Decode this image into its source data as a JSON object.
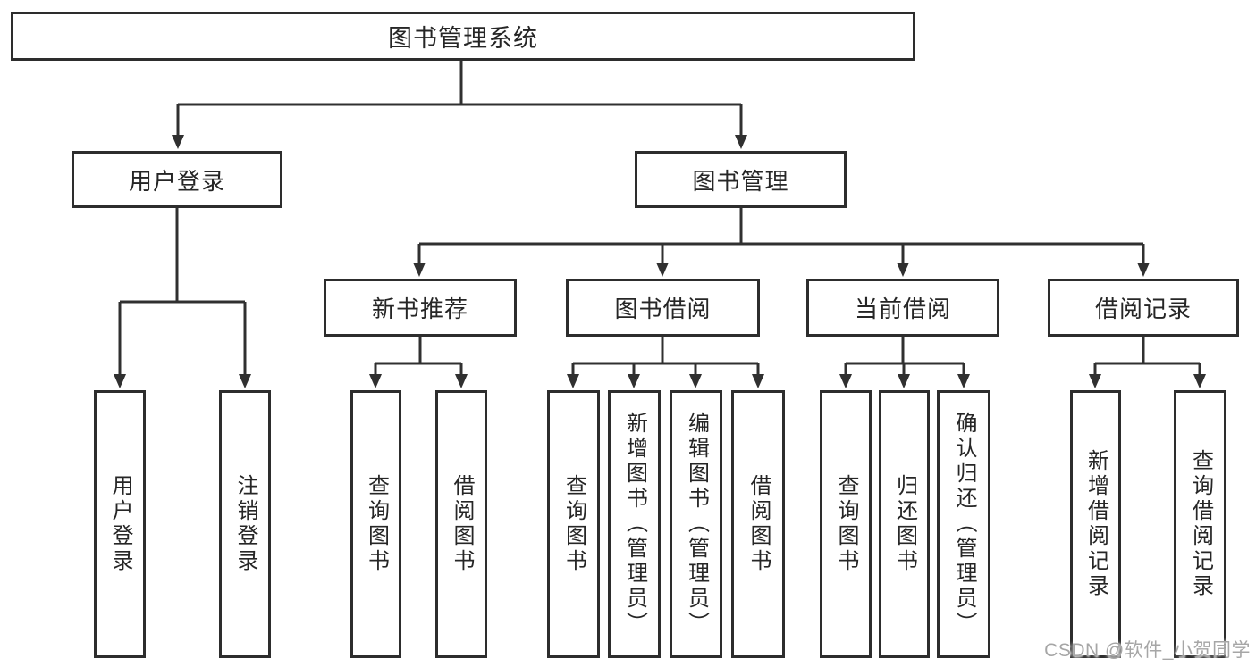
{
  "hierarchy": {
    "root": "图书管理系统",
    "children": [
      {
        "label": "用户登录",
        "children": [
          {
            "label": "用户登录"
          },
          {
            "label": "注销登录"
          }
        ]
      },
      {
        "label": "图书管理",
        "children": [
          {
            "label": "新书推荐",
            "children": [
              {
                "label": "查询图书"
              },
              {
                "label": "借阅图书"
              }
            ]
          },
          {
            "label": "图书借阅",
            "children": [
              {
                "label": "查询图书"
              },
              {
                "label": "新增图书（管理员）"
              },
              {
                "label": "编辑图书（管理员）"
              },
              {
                "label": "借阅图书"
              }
            ]
          },
          {
            "label": "当前借阅",
            "children": [
              {
                "label": "查询图书"
              },
              {
                "label": "归还图书"
              },
              {
                "label": "确认归还（管理员）"
              }
            ]
          },
          {
            "label": "借阅记录",
            "children": [
              {
                "label": "新增借阅记录"
              },
              {
                "label": "查询借阅记录"
              }
            ]
          }
        ]
      }
    ]
  },
  "watermark": {
    "text": "CSDN @软件_小贺同学"
  },
  "colors": {
    "background": "#ffffff",
    "line": "#303030",
    "box-border": "#2d2d2d",
    "text": "#262626",
    "watermark": "#a6a6a6"
  }
}
